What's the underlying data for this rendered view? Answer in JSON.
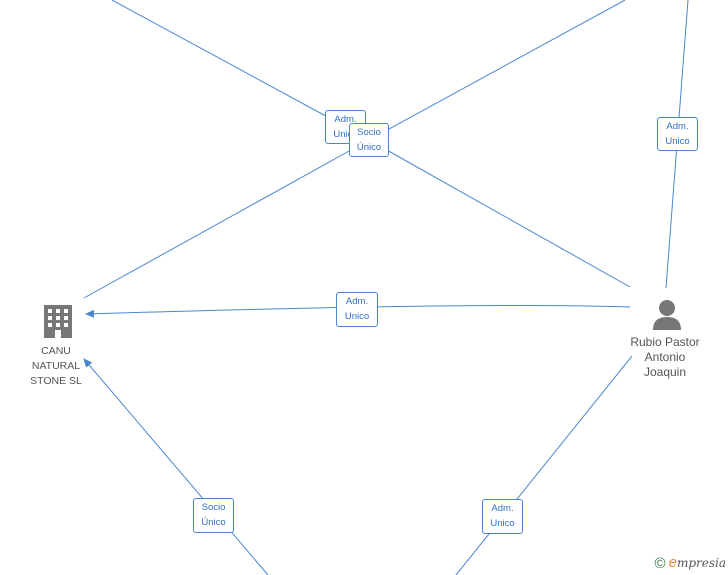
{
  "nodes": {
    "company": {
      "label_lines": [
        "CANU",
        "NATURAL",
        "STONE  SL"
      ]
    },
    "person": {
      "label_lines": [
        "Rubio Pastor",
        "Antonio",
        "Joaquin"
      ]
    }
  },
  "edge_labels": {
    "top_adm_unico": [
      "Adm.",
      "Unico"
    ],
    "top_socio_unico": [
      "Socio",
      "Único"
    ],
    "right_adm_unico": [
      "Adm.",
      "Unico"
    ],
    "center_adm_unico": [
      "Adm.",
      "Unico"
    ],
    "bottom_left_socio_unico": [
      "Socio",
      "Único"
    ],
    "bottom_right_adm_unico": [
      "Adm.",
      "Unico"
    ]
  },
  "watermark": {
    "copyright_symbol": "©",
    "brand_initial": "e",
    "brand_rest": "mpresia"
  },
  "colors": {
    "edge": "#4a86d0",
    "edge_label_text": "#2f6fc0",
    "icon": "#777777",
    "node_text": "#555555"
  }
}
